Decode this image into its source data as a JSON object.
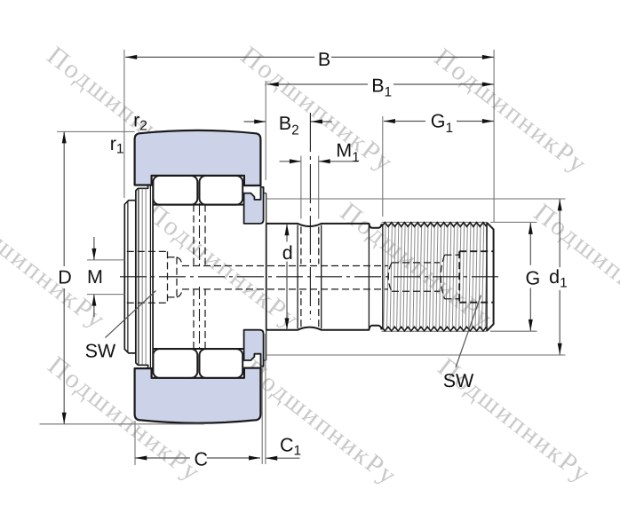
{
  "diagram": {
    "type": "engineering-drawing",
    "subject": "stud-type track roller cam follower bearing - dimensioned cross-section",
    "watermark_text": "ПодшипникРу",
    "colors": {
      "background": "#ffffff",
      "ring_fill": "#ccd3e9",
      "outline": "#1a1a1a",
      "dimension_line": "#555555",
      "extension_line": "#6e6e6e",
      "arrow": "#111111",
      "thread_line": "#8a8a8a",
      "watermark": "#c9c9c9",
      "label": "#111111"
    },
    "dimension_labels": [
      {
        "id": "B",
        "text": "B",
        "sub": ""
      },
      {
        "id": "B1",
        "text": "B",
        "sub": "1"
      },
      {
        "id": "B2",
        "text": "B",
        "sub": "2"
      },
      {
        "id": "M1",
        "text": "M",
        "sub": "1"
      },
      {
        "id": "G1",
        "text": "G",
        "sub": "1"
      },
      {
        "id": "r2",
        "text": "r",
        "sub": "2"
      },
      {
        "id": "r1",
        "text": "r",
        "sub": "1"
      },
      {
        "id": "D",
        "text": "D",
        "sub": ""
      },
      {
        "id": "M",
        "text": "M",
        "sub": ""
      },
      {
        "id": "SW_left",
        "text": "SW",
        "sub": ""
      },
      {
        "id": "d",
        "text": "d",
        "sub": ""
      },
      {
        "id": "G",
        "text": "G",
        "sub": ""
      },
      {
        "id": "d1",
        "text": "d",
        "sub": "1"
      },
      {
        "id": "SW_right",
        "text": "SW",
        "sub": ""
      },
      {
        "id": "C",
        "text": "C",
        "sub": ""
      },
      {
        "id": "C1",
        "text": "C",
        "sub": "1"
      }
    ]
  }
}
